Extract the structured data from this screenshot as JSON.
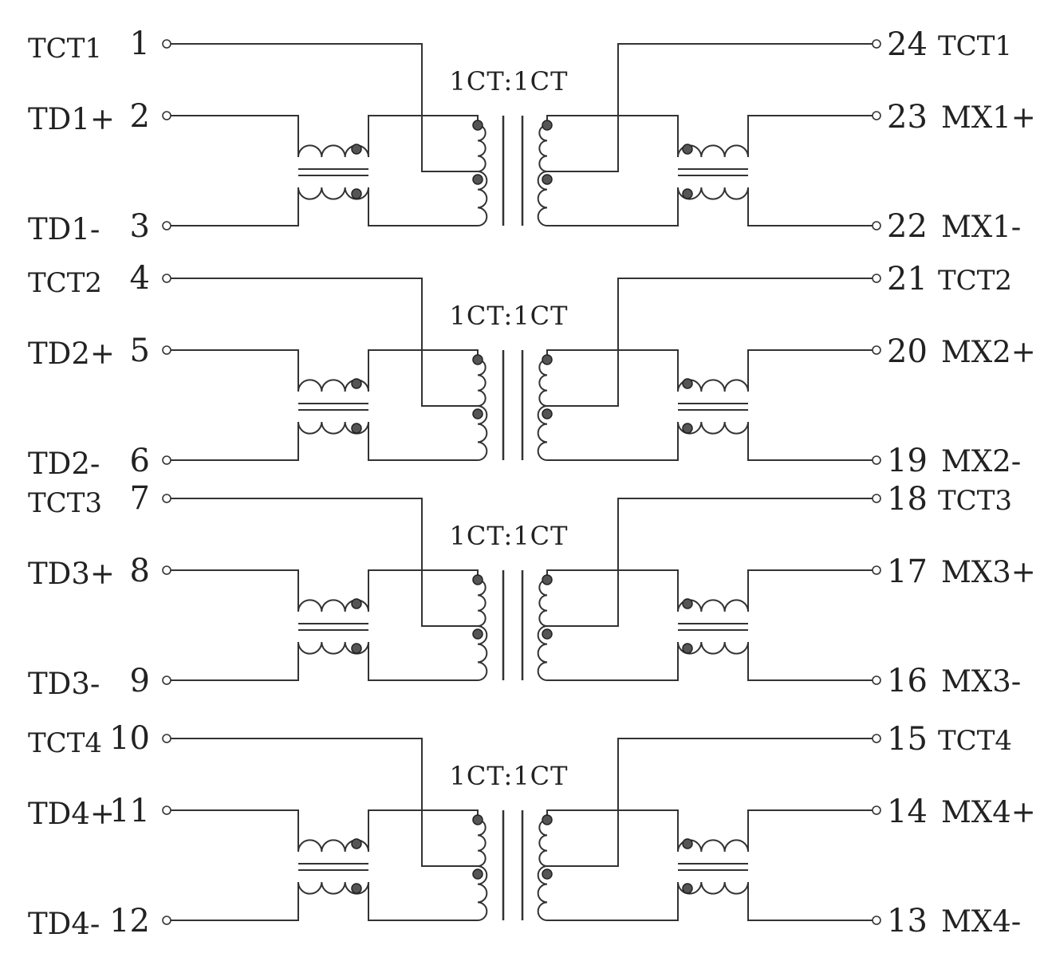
{
  "diagram": {
    "channels": [
      {
        "ratio": "1CT:1CT",
        "left": [
          {
            "name": "TCT1",
            "pin": "1"
          },
          {
            "name": "TD1+",
            "pin": "2"
          },
          {
            "name": "TD1-",
            "pin": "3"
          }
        ],
        "right": [
          {
            "pin": "24",
            "name": "TCT1"
          },
          {
            "pin": "23",
            "name": "MX1+"
          },
          {
            "pin": "22",
            "name": "MX1-"
          }
        ]
      },
      {
        "ratio": "1CT:1CT",
        "left": [
          {
            "name": "TCT2",
            "pin": "4"
          },
          {
            "name": "TD2+",
            "pin": "5"
          },
          {
            "name": "TD2-",
            "pin": "6"
          }
        ],
        "right": [
          {
            "pin": "21",
            "name": "TCT2"
          },
          {
            "pin": "20",
            "name": "MX2+"
          },
          {
            "pin": "19",
            "name": "MX2-"
          }
        ]
      },
      {
        "ratio": "1CT:1CT",
        "left": [
          {
            "name": "TCT3",
            "pin": "7"
          },
          {
            "name": "TD3+",
            "pin": "8"
          },
          {
            "name": "TD3-",
            "pin": "9"
          }
        ],
        "right": [
          {
            "pin": "18",
            "name": "TCT3"
          },
          {
            "pin": "17",
            "name": "MX3+"
          },
          {
            "pin": "16",
            "name": "MX3-"
          }
        ]
      },
      {
        "ratio": "1CT:1CT",
        "left": [
          {
            "name": "TCT4",
            "pin": "10"
          },
          {
            "name": "TD4+",
            "pin": "11"
          },
          {
            "name": "TD4-",
            "pin": "12"
          }
        ],
        "right": [
          {
            "pin": "15",
            "name": "TCT4"
          },
          {
            "pin": "14",
            "name": "MX4+"
          },
          {
            "pin": "13",
            "name": "MX4-"
          }
        ]
      }
    ]
  }
}
